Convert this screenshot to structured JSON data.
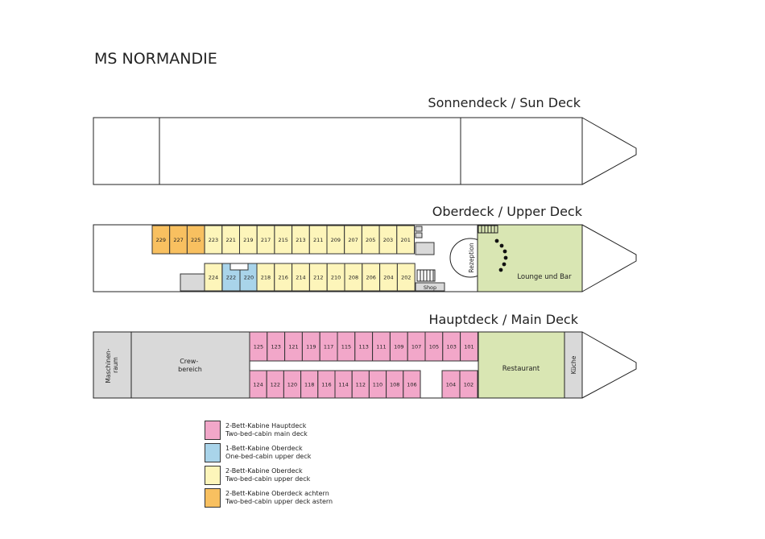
{
  "title": "MS NORMANDIE",
  "decks": {
    "sun": {
      "name": "Sonnendeck / Sun Deck"
    },
    "upper": {
      "name": "Oberdeck / Upper Deck",
      "rezeption": "Rezeption",
      "lounge": "Lounge und Bar",
      "shop": "Shop",
      "row_top": [
        {
          "no": "229",
          "type": "astern"
        },
        {
          "no": "227",
          "type": "astern"
        },
        {
          "no": "225",
          "type": "astern"
        },
        {
          "no": "223",
          "type": "upper2"
        },
        {
          "no": "221",
          "type": "upper2"
        },
        {
          "no": "219",
          "type": "upper2"
        },
        {
          "no": "217",
          "type": "upper2"
        },
        {
          "no": "215",
          "type": "upper2"
        },
        {
          "no": "213",
          "type": "upper2"
        },
        {
          "no": "211",
          "type": "upper2"
        },
        {
          "no": "209",
          "type": "upper2"
        },
        {
          "no": "207",
          "type": "upper2"
        },
        {
          "no": "205",
          "type": "upper2"
        },
        {
          "no": "203",
          "type": "upper2"
        },
        {
          "no": "201",
          "type": "upper2"
        }
      ],
      "row_bottom": [
        {
          "no": "224",
          "type": "upper2"
        },
        {
          "no": "222",
          "type": "upper1"
        },
        {
          "no": "220",
          "type": "upper1"
        },
        {
          "no": "218",
          "type": "upper2"
        },
        {
          "no": "216",
          "type": "upper2"
        },
        {
          "no": "214",
          "type": "upper2"
        },
        {
          "no": "212",
          "type": "upper2"
        },
        {
          "no": "210",
          "type": "upper2"
        },
        {
          "no": "208",
          "type": "upper2"
        },
        {
          "no": "206",
          "type": "upper2"
        },
        {
          "no": "204",
          "type": "upper2"
        },
        {
          "no": "202",
          "type": "upper2"
        }
      ]
    },
    "main": {
      "name": "Hauptdeck / Main Deck",
      "engine": "Maschinen-\nraum",
      "crew": "Crew-\nbereich",
      "restaurant": "Restaurant",
      "kitchen": "Küche",
      "row_top": [
        "125",
        "123",
        "121",
        "119",
        "117",
        "115",
        "113",
        "111",
        "109",
        "107",
        "105",
        "103",
        "101"
      ],
      "row_bottom_a": [
        "124",
        "122",
        "120",
        "118",
        "116",
        "114",
        "112",
        "110",
        "108",
        "106"
      ],
      "row_bottom_b": [
        "104",
        "102"
      ]
    }
  },
  "colors": {
    "main": "#f2a7c9",
    "upper1": "#a9d4ea",
    "upper2": "#fdf5ba",
    "astern": "#f8c060",
    "grey": "#d9d9d9",
    "lounge": "#d9e6b3"
  },
  "legend": [
    {
      "type": "main",
      "line1": "2-Bett-Kabine Hauptdeck",
      "line2": "Two-bed-cabin main deck"
    },
    {
      "type": "upper1",
      "line1": "1-Bett-Kabine Oberdeck",
      "line2": "One-bed-cabin upper deck"
    },
    {
      "type": "upper2",
      "line1": "2-Bett-Kabine Oberdeck",
      "line2": "Two-bed-cabin upper deck"
    },
    {
      "type": "astern",
      "line1": "2-Bett-Kabine Oberdeck achtern",
      "line2": "Two-bed-cabin upper deck astern"
    }
  ]
}
